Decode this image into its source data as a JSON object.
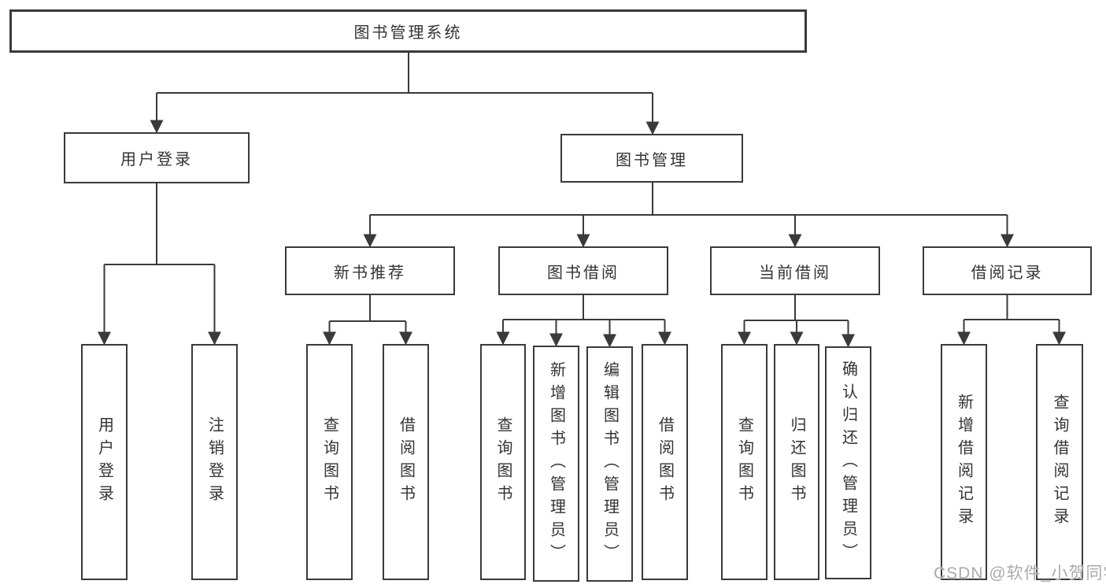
{
  "tree": {
    "label": "图书管理系统",
    "children": [
      {
        "label": "用户登录",
        "children": [
          {
            "label": "用户登录"
          },
          {
            "label": "注销登录"
          }
        ]
      },
      {
        "label": "图书管理",
        "children": [
          {
            "label": "新书推荐",
            "children": [
              {
                "label": "查询图书"
              },
              {
                "label": "借阅图书"
              }
            ]
          },
          {
            "label": "图书借阅",
            "children": [
              {
                "label": "查询图书"
              },
              {
                "label": "新增图书（管理员）"
              },
              {
                "label": "编辑图书（管理员）"
              },
              {
                "label": "借阅图书"
              }
            ]
          },
          {
            "label": "当前借阅",
            "children": [
              {
                "label": "查询图书"
              },
              {
                "label": "归还图书"
              },
              {
                "label": "确认归还（管理员）"
              }
            ]
          },
          {
            "label": "借阅记录",
            "children": [
              {
                "label": "新增借阅记录"
              },
              {
                "label": "查询借阅记录"
              }
            ]
          }
        ]
      }
    ]
  },
  "watermark": {
    "text": "CSDN @软件_小贺同学"
  },
  "colors": {
    "line": "#3a3a3a",
    "text": "#333333",
    "background": "#ffffff",
    "watermark": "#ababab"
  }
}
